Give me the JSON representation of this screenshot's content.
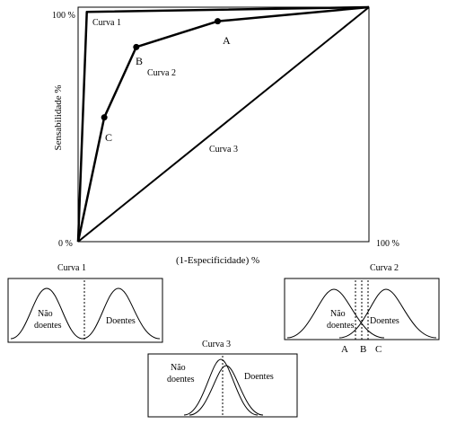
{
  "roc": {
    "y_axis_label": "Sensabilidade %",
    "x_axis_label": "(1-Especificidade) %",
    "y_top_label": "100 %",
    "origin_label": "0 %",
    "x_right_label": "100 %",
    "curves": [
      {
        "name": "Curva 1",
        "points": [
          [
            0,
            0
          ],
          [
            3,
            98
          ],
          [
            100,
            100
          ]
        ]
      },
      {
        "name": "Curva 2",
        "points": [
          [
            0,
            0
          ],
          [
            9,
            53
          ],
          [
            20,
            83
          ],
          [
            48,
            94
          ],
          [
            100,
            100
          ]
        ]
      },
      {
        "name": "Curva 3",
        "points": [
          [
            0,
            0
          ],
          [
            100,
            100
          ]
        ]
      }
    ],
    "markers": [
      {
        "label": "A",
        "at": [
          48,
          94
        ]
      },
      {
        "label": "B",
        "at": [
          20,
          83
        ]
      },
      {
        "label": "C",
        "at": [
          9,
          53
        ]
      }
    ]
  },
  "panels": {
    "curva1": {
      "title": "Curva 1",
      "left_label": [
        "Não",
        "doentes"
      ],
      "right_label": "Doentes"
    },
    "curva2": {
      "title": "Curva 2",
      "left_label": [
        "Não",
        "doentes"
      ],
      "right_label": "Doentes",
      "cutoffs": [
        "A",
        "B",
        "C"
      ]
    },
    "curva3": {
      "title": "Curva 3",
      "left_label": [
        "Não",
        "doentes"
      ],
      "right_label": "Doentes"
    }
  }
}
